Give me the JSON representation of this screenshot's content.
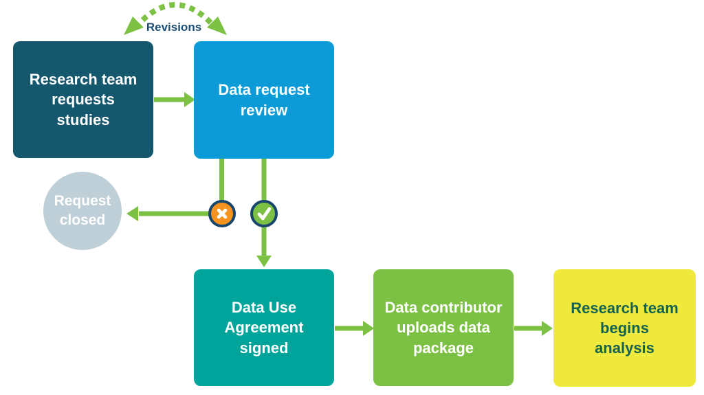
{
  "diagram": {
    "revisions_label": "Revisions",
    "nodes": [
      {
        "id": "research-team-requests-studies",
        "label": "Research team\nrequests\nstudies",
        "shape": "rounded-rect",
        "fill": "#15586E",
        "text_color": "#FFFFFF"
      },
      {
        "id": "data-request-review",
        "label": "Data request\nreview",
        "shape": "rounded-rect",
        "fill": "#0D9BD7",
        "text_color": "#FFFFFF"
      },
      {
        "id": "request-closed",
        "label": "Request\nclosed",
        "shape": "circle",
        "fill": "#BECFD8",
        "text_color": "#FFFFFF"
      },
      {
        "id": "data-use-agreement-signed",
        "label": "Data Use\nAgreement\nsigned",
        "shape": "rounded-rect",
        "fill": "#00A49B",
        "text_color": "#FFFFFF"
      },
      {
        "id": "data-contributor-uploads-data-package",
        "label": "Data contributor\nuploads data\npackage",
        "shape": "rounded-rect",
        "fill": "#7CC144",
        "text_color": "#FFFFFF"
      },
      {
        "id": "research-team-begins-analysis",
        "label": "Research team\nbegins\nanalysis",
        "shape": "rounded-rect",
        "fill": "#EFE93B",
        "text_color": "#156250"
      }
    ],
    "icons": [
      {
        "name": "reject-x-icon",
        "meaning": "request rejected",
        "fill": "#F6921E",
        "ring": "#17456B",
        "glyph_color": "#FFFFFF"
      },
      {
        "name": "approve-check-icon",
        "meaning": "request approved",
        "fill": "#7CC144",
        "ring": "#17456B",
        "glyph_color": "#FFFFFF"
      }
    ],
    "colors": {
      "arrow_green": "#7CC144",
      "revisions_text": "#1D4E74",
      "background": "#FFFFFF"
    }
  }
}
